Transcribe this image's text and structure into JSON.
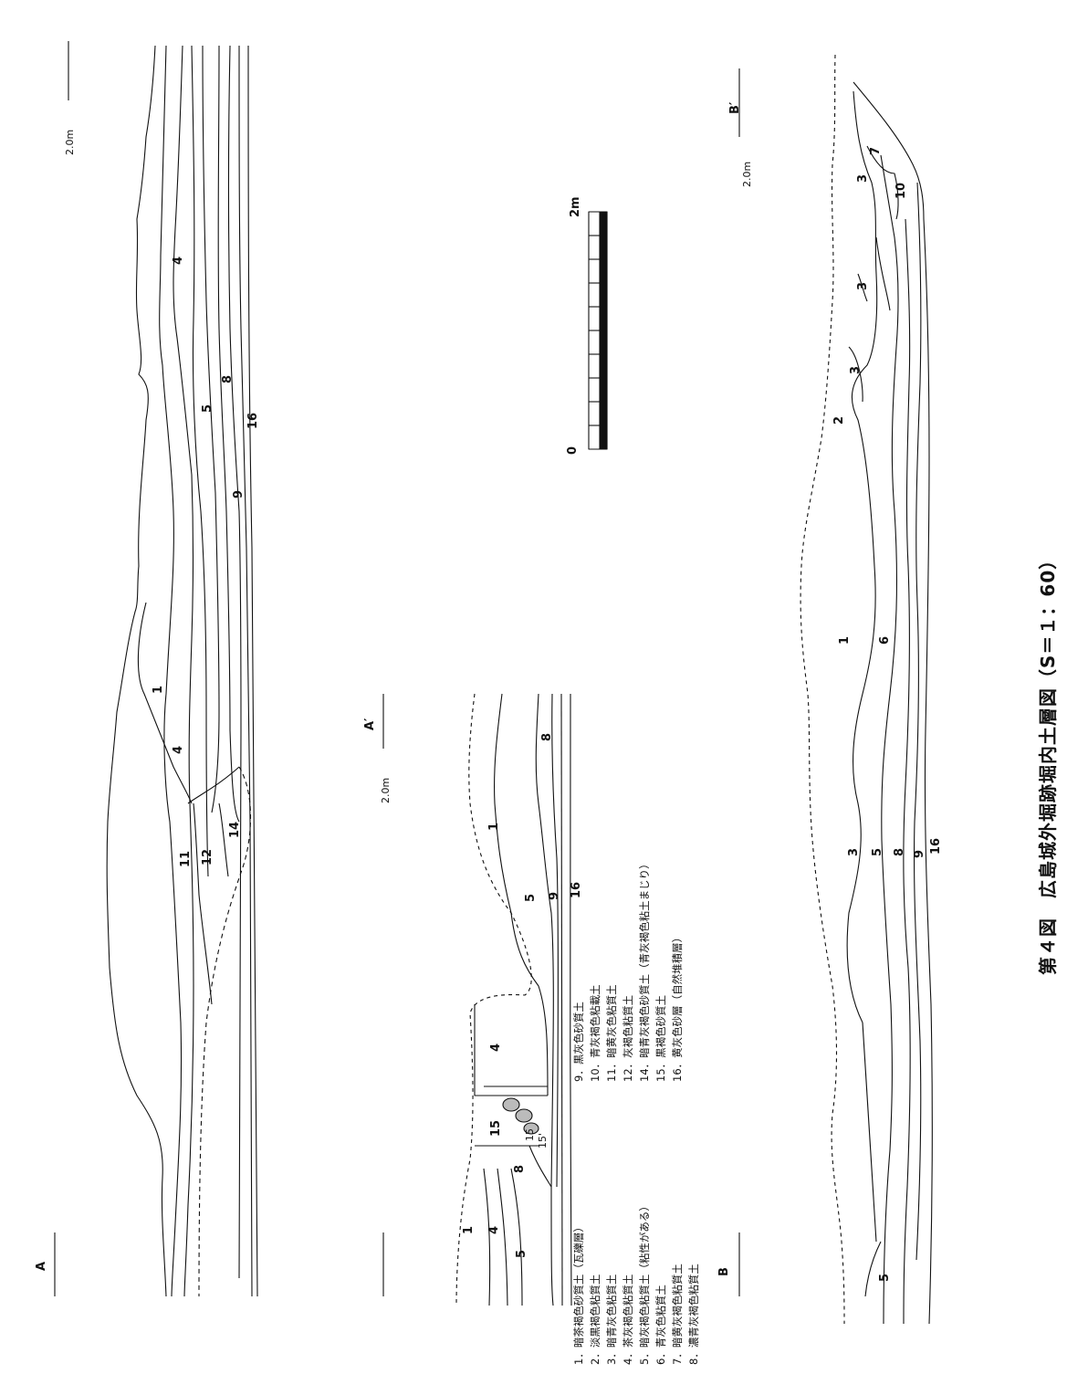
{
  "section_labels": {
    "a": "A",
    "a_prime": "A′",
    "b": "B",
    "b_prime": "B′"
  },
  "scale_marks": {
    "top_left": "2.0m",
    "middle": "2.0m",
    "right": "2.0m"
  },
  "scale_bar": {
    "zero": "0",
    "end": "2m"
  },
  "section_a_numbers": [
    "4",
    "5",
    "8",
    "9",
    "16",
    "1",
    "4",
    "11",
    "12",
    "14"
  ],
  "section_a2_numbers": [
    "1",
    "5",
    "9",
    "16",
    "8",
    "4",
    "15",
    "15",
    "15'",
    "8",
    "1",
    "4",
    "5"
  ],
  "section_b_numbers": [
    "3",
    "7",
    "10",
    "3",
    "3",
    "2",
    "1",
    "6",
    "3",
    "5",
    "8",
    "9",
    "16",
    "5"
  ],
  "legend_left": [
    "1．暗茶褐色砂質土（瓦礫層）",
    "2．淡黒褐色粘質土",
    "3．暗青灰色粘質土",
    "4．茶灰褐色粘質土",
    "5．暗灰褐色粘質土（粘性がある）",
    "6．青灰色粘質土",
    "7．暗黄灰褐色粘質土",
    "8．濃青灰褐色粘質土"
  ],
  "legend_right": [
    "9．黒灰色砂質土",
    "10．青灰褐色粘載土",
    "11．暗黄灰色粘質土",
    "12．灰褐色粘質土",
    "14．暗青灰褐色砂質土（青灰褐色粘土まじり）",
    "15．黒褐色砂質土",
    "16．黄灰色砂層（自然堆積層）"
  ],
  "caption": "第４図　広島城外堀跡堀内土層図（S＝１：60）",
  "colors": {
    "ink": "#111111",
    "paper": "#ffffff"
  }
}
